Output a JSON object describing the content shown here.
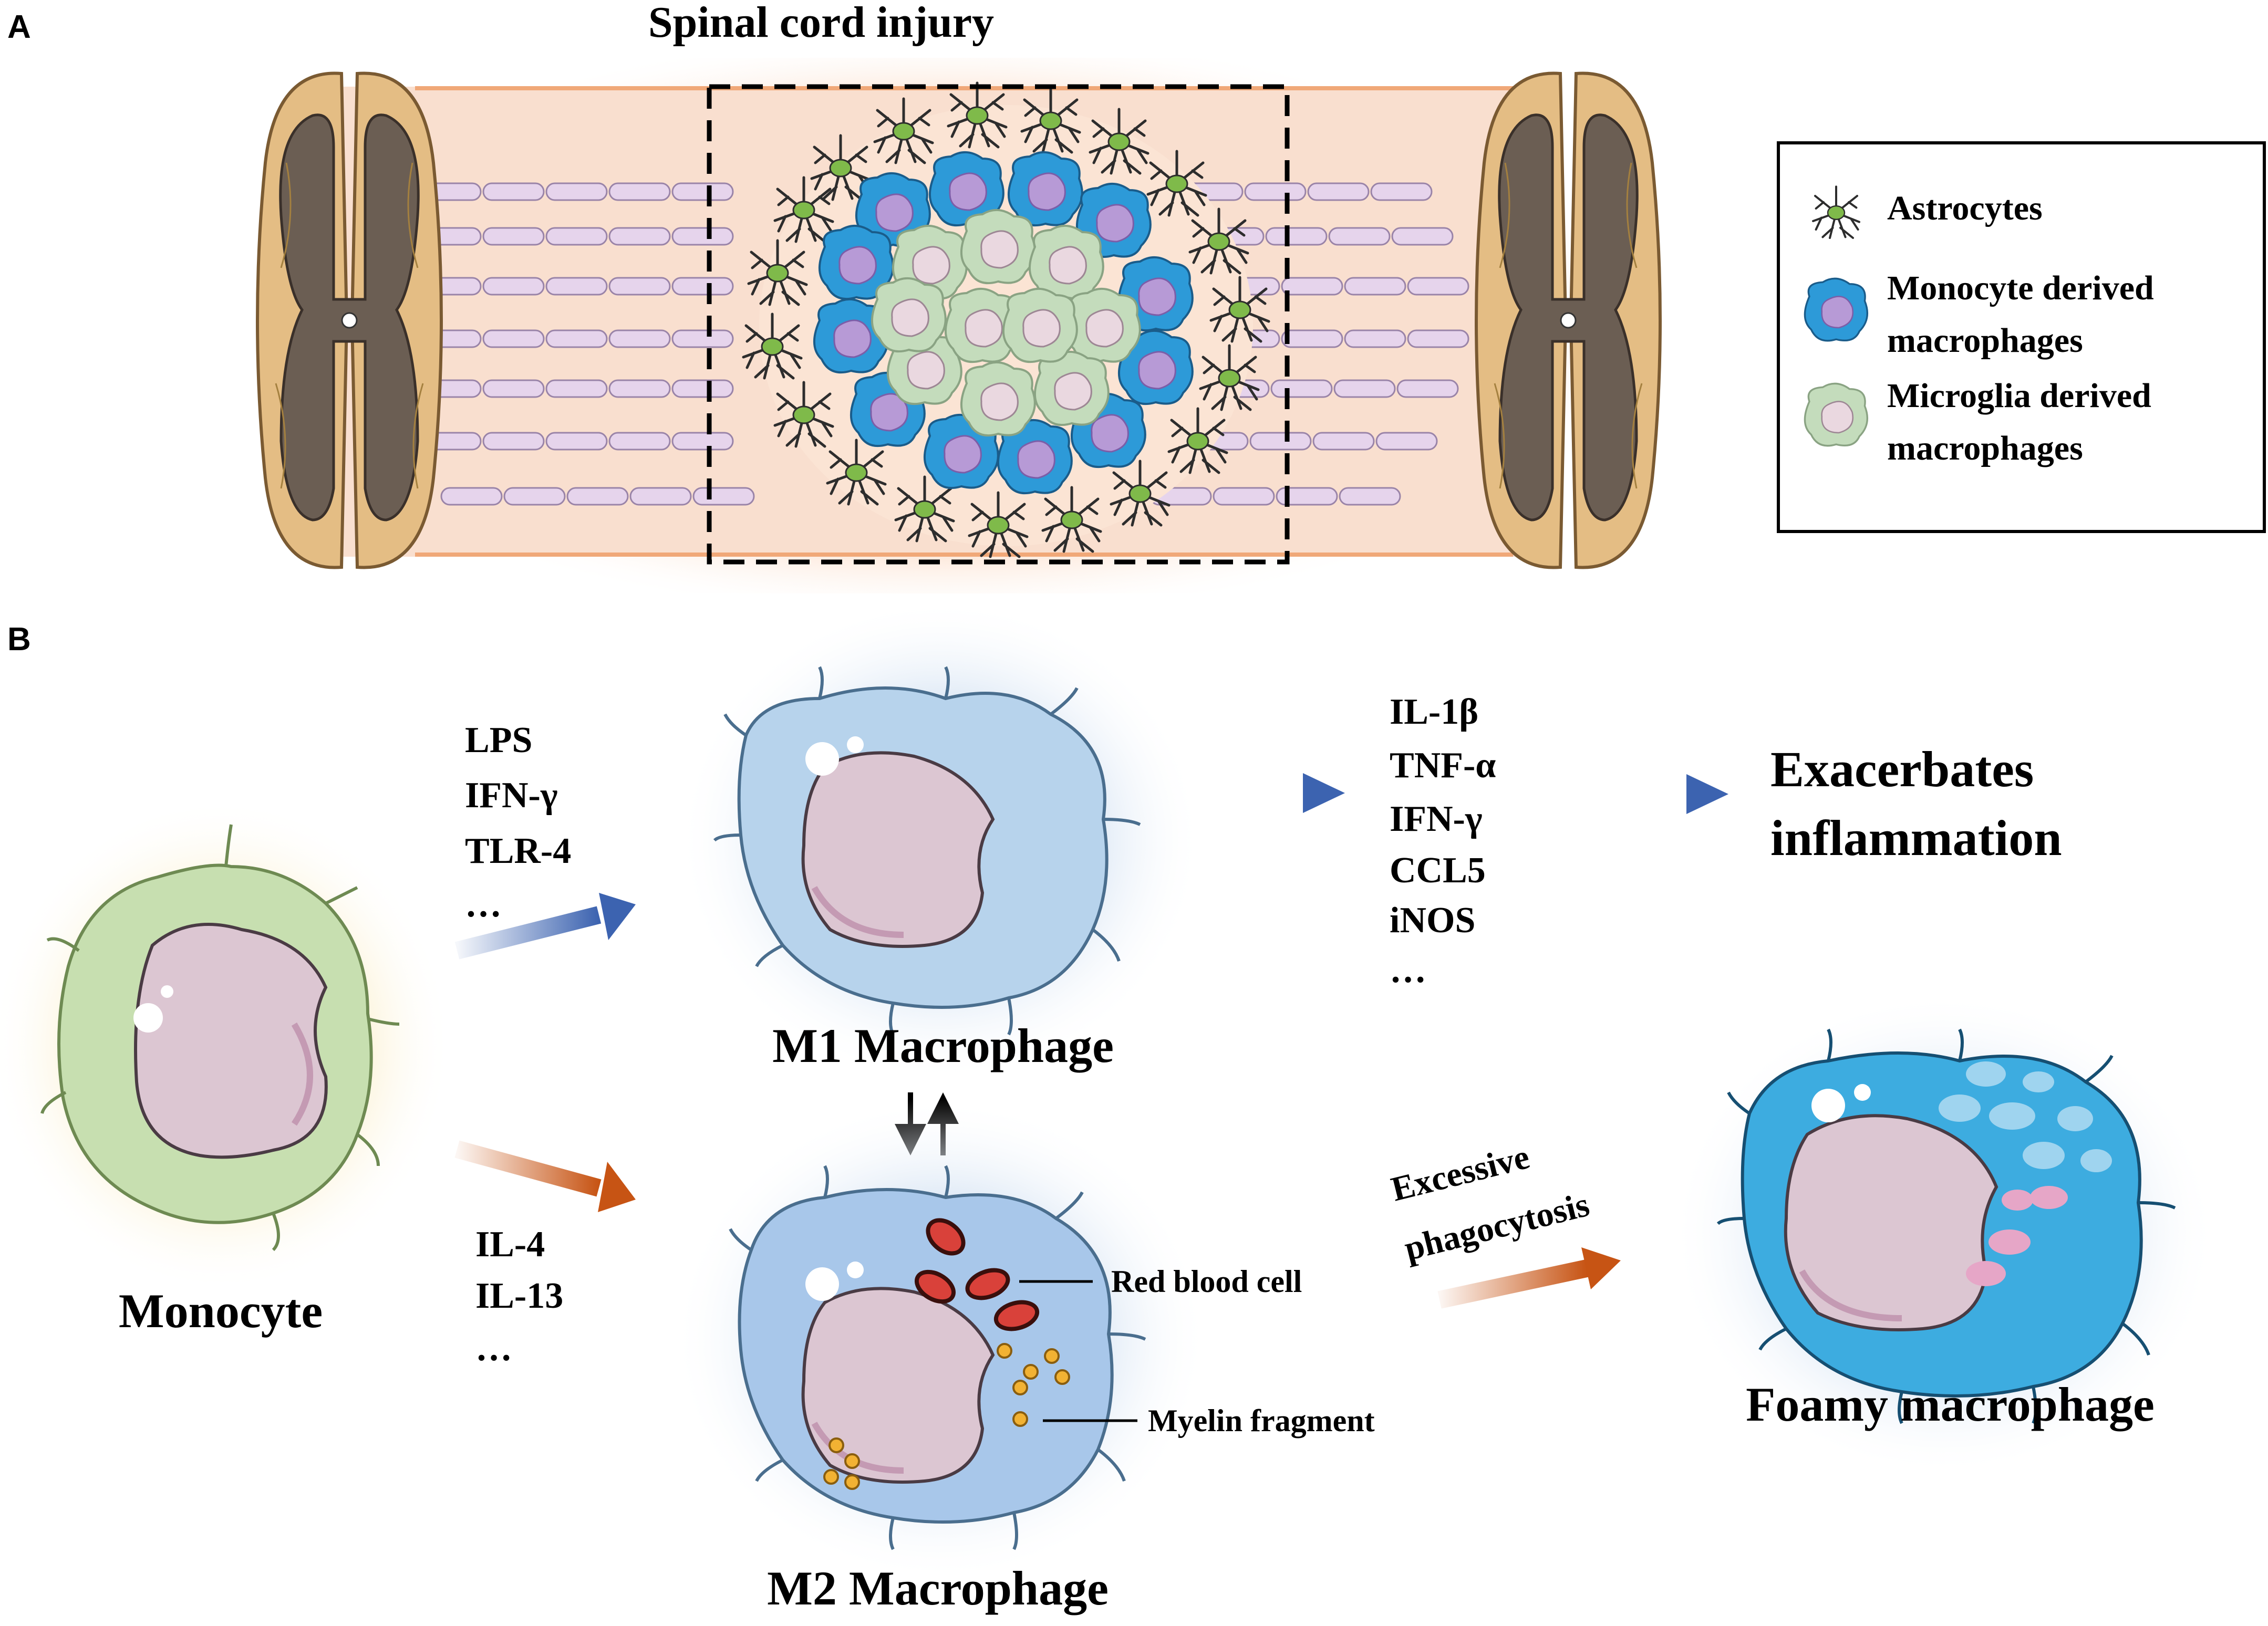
{
  "panel_a": {
    "label": "A",
    "title": "Spinal cord injury",
    "legend": {
      "astrocytes": "Astrocytes",
      "monocyte_line1": "Monocyte derived",
      "monocyte_line2": "macrophages",
      "microglia_line1": "Microglia derived",
      "microglia_line2": "macrophages"
    }
  },
  "panel_b": {
    "label": "B",
    "monocyte": "Monocyte",
    "m1_label": "M1 Macrophage",
    "m2_label": "M2 Macrophage",
    "foamy_label": "Foamy macrophage",
    "m1_stimuli": [
      "LPS",
      "IFN-γ",
      "TLR-4",
      "…"
    ],
    "m2_stimuli": [
      "IL-4",
      "IL-13",
      "…"
    ],
    "cytokines": [
      "IL-1β",
      "TNF-α",
      "IFN-γ",
      "CCL5",
      "iNOS",
      "…"
    ],
    "outcome_line1": "Exacerbates",
    "outcome_line2": "inflammation",
    "phago_line1": "Excessive",
    "phago_line2": "phagocytosis",
    "rbc_label": "Red blood cell",
    "myelin_label": "Myelin fragment"
  },
  "colors": {
    "m1_arrow": "#3c63b0",
    "m2_arrow": "#c75414",
    "monocyte_cell": "#c7dfb0",
    "m1_cell": "#b7d3ec",
    "foamy_cell": "#3dace0",
    "nucleus": "#dcc6d2",
    "astrocyte": "#7fba4a",
    "monocyte_macrophage": "#2d9ad8",
    "microglia_macrophage": "#c4dcbc",
    "spinal_tissue": "#f9dfcf",
    "grey_matter": "#6b5e53",
    "white_matter": "#e4bd84"
  }
}
